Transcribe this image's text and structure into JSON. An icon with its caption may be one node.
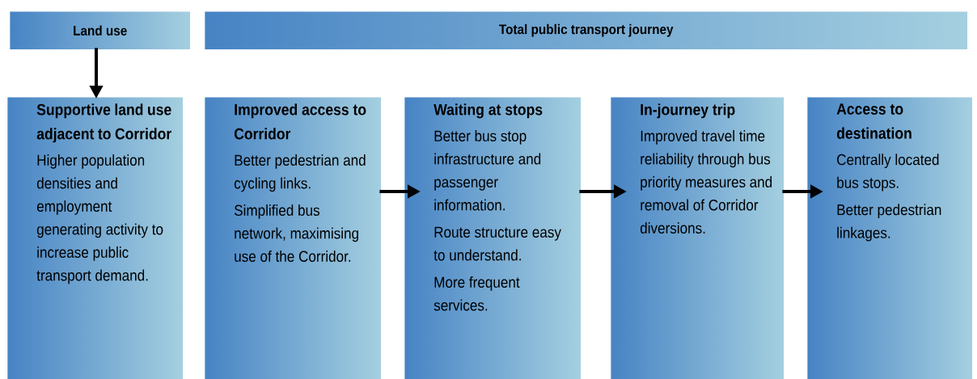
{
  "diagram": {
    "nodes": [
      {
        "text": [
          "Land use"
        ]
      },
      {
        "text": [
          "Total public transport journey"
        ]
      },
      {
        "text": [
          "Supportive land use adjacent to Corridor",
          "Higher population densities and employment generating activity to increase public transport demand."
        ]
      },
      {
        "text": [
          "Improved access to Corridor",
          "Better pedestrian and cycling links.",
          "Simplified bus network, maximising use of the Corridor."
        ]
      },
      {
        "text": [
          "Waiting at stops",
          "Better bus stop infrastructure and passenger information.",
          "Route structure easy to understand.",
          "More frequent services."
        ]
      },
      {
        "text": [
          "In-journey trip",
          "Improved travel time reliability through bus priority measures and removal of Corridor diversions."
        ]
      },
      {
        "text": [
          "Access to destination",
          "Centrally located bus stops.",
          "Better pedestrian linkages."
        ]
      }
    ],
    "edges": [
      {
        "from": 0,
        "to": 2,
        "arrow": "to"
      },
      {
        "from": 3,
        "to": 4,
        "arrow": "to"
      },
      {
        "from": 4,
        "to": 5,
        "arrow": "to"
      },
      {
        "from": 5,
        "to": 6,
        "arrow": "to"
      }
    ]
  }
}
